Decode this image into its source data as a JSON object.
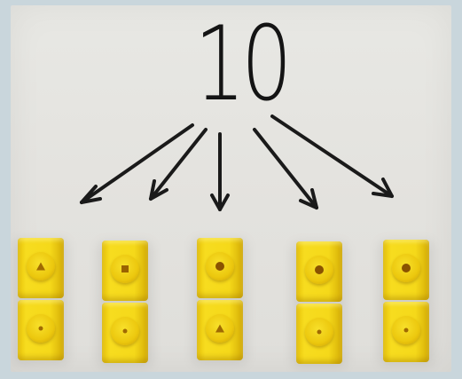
{
  "photo": {
    "handwritten_number": "10",
    "arrow_count": 5,
    "stacks": [
      {
        "label": "stack-1",
        "cubes": 2,
        "top_mark": "triangle",
        "bottom_mark": "dot"
      },
      {
        "label": "stack-2",
        "cubes": 2,
        "top_mark": "square",
        "bottom_mark": "dot"
      },
      {
        "label": "stack-3",
        "cubes": 2,
        "top_mark": "circle",
        "bottom_mark": "triangle"
      },
      {
        "label": "stack-4",
        "cubes": 2,
        "top_mark": "circle",
        "bottom_mark": "dot"
      },
      {
        "label": "stack-5",
        "cubes": 2,
        "top_mark": "circle",
        "bottom_mark": "dot"
      }
    ],
    "colors": {
      "cube": "#f5d91a",
      "ink": "#141414",
      "paper": "#e6e5e1",
      "border": "#c9d6dc"
    }
  }
}
